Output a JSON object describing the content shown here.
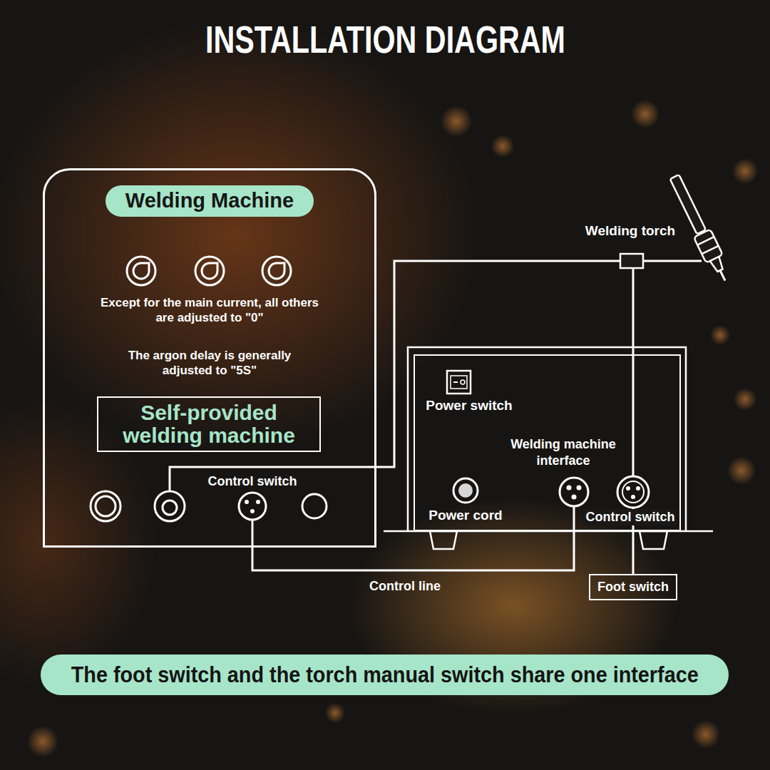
{
  "diagram": {
    "title": "INSTALLATION DIAGRAM",
    "caption": "The foot switch and the torch manual switch share one interface",
    "nodes": [
      {
        "text": [
          "Except for the main current, all others are adjusted to \"0\"",
          "The argon delay is generally adjusted to \"5S\"",
          "Control switch"
        ]
      },
      {
        "text": [
          "Welding Machine"
        ],
        "in": 0
      },
      {
        "text": [
          "Self-provided welding machine"
        ],
        "in": 0
      },
      {
        "text": [
          "Welding torch"
        ]
      },
      {
        "text": [
          "Power switch",
          "Welding machine interface",
          "Power cord",
          "Control switch"
        ]
      },
      {
        "text": [
          "Foot switch"
        ]
      }
    ],
    "edges": [
      {
        "from": 0,
        "to": 3,
        "arrow": "none"
      },
      {
        "from": 3,
        "to": 4,
        "arrow": "none"
      },
      {
        "from": 0,
        "to": 4,
        "label": "Control line",
        "arrow": "none"
      },
      {
        "from": 4,
        "to": 5,
        "arrow": "none"
      }
    ]
  }
}
